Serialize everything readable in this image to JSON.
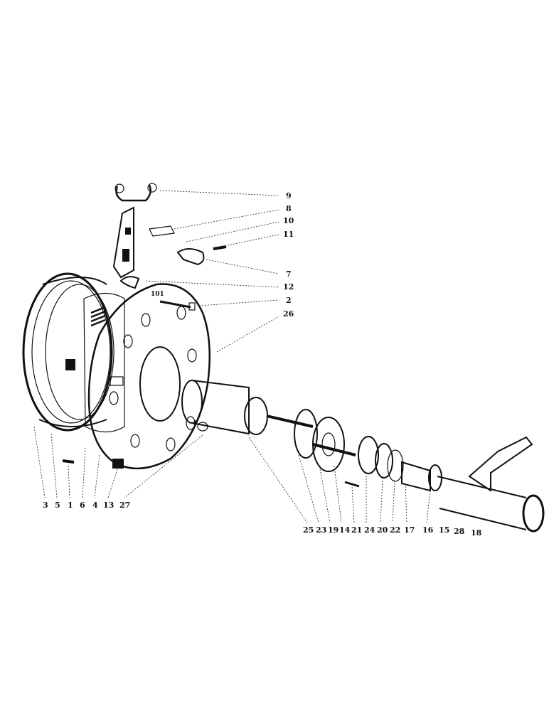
{
  "labels": {
    "l9": "9",
    "l8": "8",
    "l10": "10",
    "l11": "11",
    "l7": "7",
    "l12": "12",
    "l2": "2",
    "l26": "26",
    "l3": "3",
    "l5": "5",
    "l1": "1",
    "l6": "6",
    "l4": "4",
    "l13": "13",
    "l27": "27",
    "l25": "25",
    "l23": "23",
    "l19": "19",
    "l14": "14",
    "l21": "21",
    "l24": "24",
    "l20": "20",
    "l22": "22",
    "l17": "17",
    "l16": "16",
    "l15": "15",
    "l28": "28",
    "l18": "18"
  },
  "colors": {
    "ink": "#111111",
    "paper": "#ffffff"
  }
}
